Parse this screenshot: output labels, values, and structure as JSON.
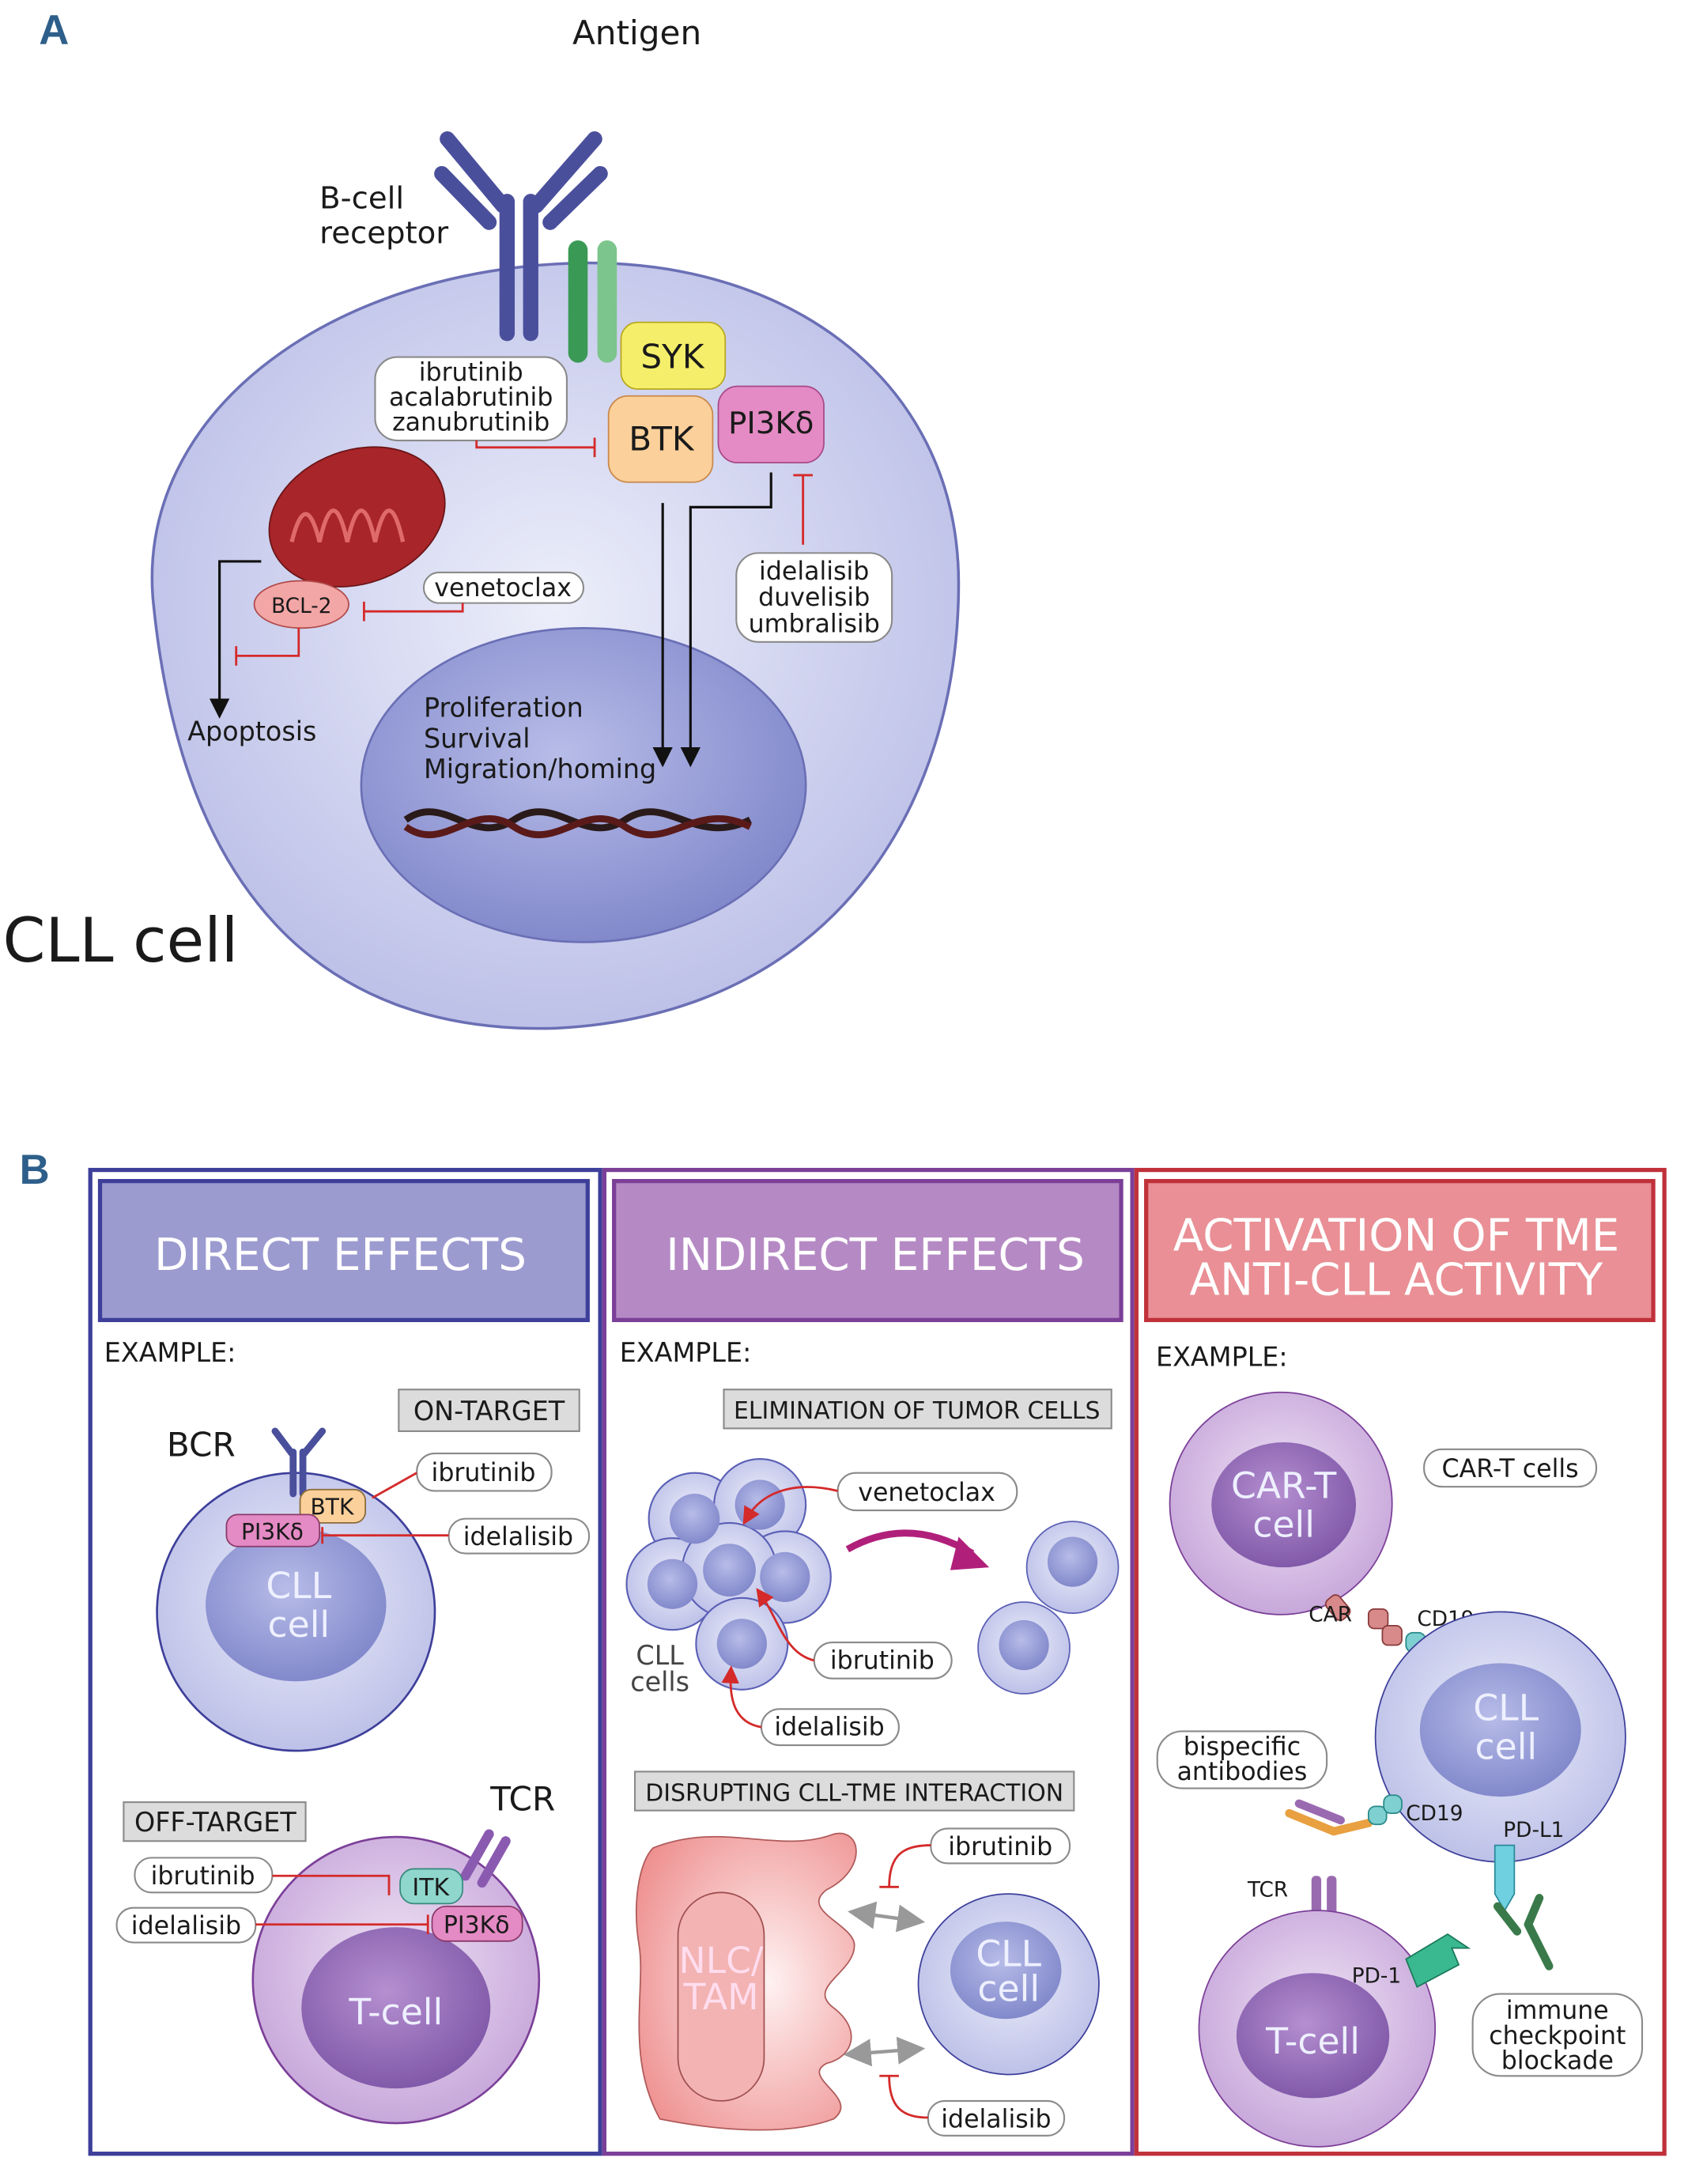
{
  "panel_a": {
    "label": "A",
    "antigen": "Antigen",
    "bcr": [
      "B-cell",
      "receptor"
    ],
    "syk": "SYK",
    "btk": "BTK",
    "pi3k": "PI3Kδ",
    "btk_inhibitors": [
      "ibrutinib",
      "acalabrutinib",
      "zanubrutinib"
    ],
    "bcl2": "BCL-2",
    "venetoclax": "venetoclax",
    "pi3k_inhibitors": [
      "idelalisib",
      "duvelisib",
      "umbralisib"
    ],
    "apoptosis": "Apoptosis",
    "outcomes": [
      "Proliferation",
      "Survival",
      "Migration/homing"
    ],
    "cell_label": "CLL cell"
  },
  "panel_b": {
    "label": "B",
    "columns": [
      {
        "header": [
          "DIRECT EFFECTS"
        ],
        "example": "EXAMPLE:",
        "color": "#3d3f9a",
        "fill": "#9c9bd0"
      },
      {
        "header": [
          "INDIRECT EFFECTS"
        ],
        "example": "EXAMPLE:",
        "color": "#7b3f98",
        "fill": "#b58ac4"
      },
      {
        "header": [
          "ACTIVATION OF TME",
          "ANTI-CLL ACTIVITY"
        ],
        "example": "EXAMPLE:",
        "color": "#c0313a",
        "fill": "#e98f95"
      }
    ],
    "direct": {
      "on_target": "ON-TARGET",
      "bcr": "BCR",
      "btk": "BTK",
      "pi3k": "PI3Kδ",
      "cll_cell": [
        "CLL",
        "cell"
      ],
      "ibrutinib": "ibrutinib",
      "idelalisib": "idelalisib",
      "off_target": "OFF-TARGET",
      "tcr": "TCR",
      "itk": "ITK",
      "pi3k2": "PI3Kδ",
      "t_cell": "T-cell",
      "ibrutinib2": "ibrutinib",
      "idelalisib2": "idelalisib"
    },
    "indirect": {
      "elimination": "ELIMINATION OF TUMOR CELLS",
      "venetoclax": "venetoclax",
      "ibrutinib": "ibrutinib",
      "idelalisib": "idelalisib",
      "cll_cells": [
        "CLL",
        "cells"
      ],
      "disrupting": "DISRUPTING CLL-TME INTERACTION",
      "nlc_tam": [
        "NLC/",
        "TAM"
      ],
      "cll_cell": [
        "CLL",
        "cell"
      ],
      "ibrutinib2": "ibrutinib",
      "idelalisib2": "idelalisib"
    },
    "activation": {
      "car_t_cell": [
        "CAR-T",
        "cell"
      ],
      "car_t_cells": "CAR-T cells",
      "car": "CAR",
      "cd19": "CD19",
      "cll_cell": [
        "CLL",
        "cell"
      ],
      "bispecific": [
        "bispecific",
        "antibodies"
      ],
      "cd19_2": "CD19",
      "pdl1": "PD-L1",
      "tcr": "TCR",
      "pd1": "PD-1",
      "t_cell": "T-cell",
      "checkpoint": [
        "immune",
        "checkpoint",
        "blockade"
      ]
    }
  }
}
